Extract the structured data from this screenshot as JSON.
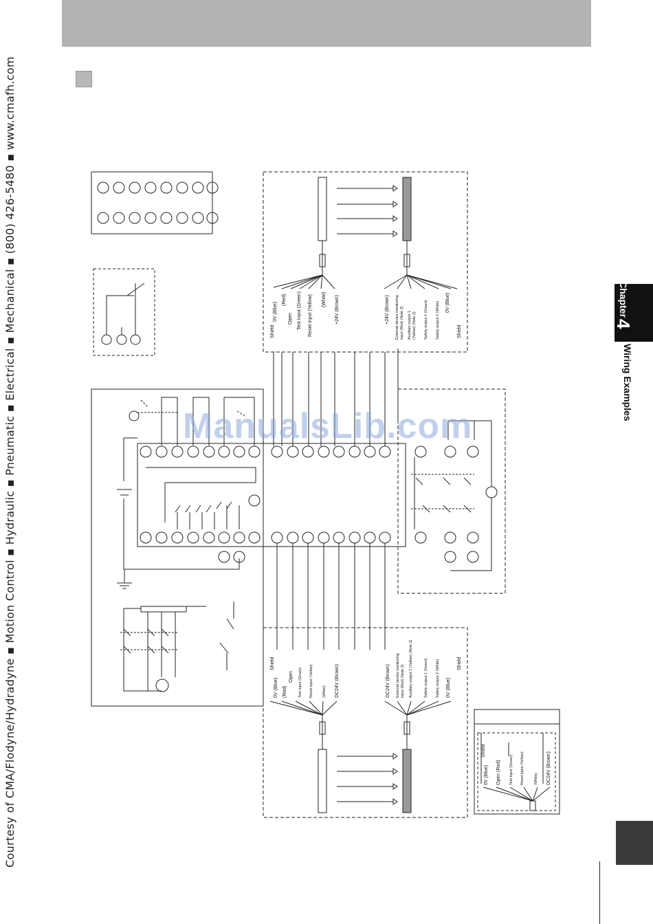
{
  "side_credit": "Courtesy of CMA/Flodyne/Hydradyne ▪ Motion Control ▪ Hydraulic ▪ Pneumatic ▪ Electrical ▪ Mechanical ▪ (800) 426-5480 ▪ www.cmafh.com",
  "chapter": {
    "word": "Chapter",
    "number": "4"
  },
  "section_title": "Wiring Examples",
  "watermark": "ManualsLib.com",
  "emitter_top": [
    "Shield",
    "0V (Blue)",
    "(Red)",
    "Open",
    "Test input (Green)",
    "Reset input (Yellow)",
    "(White)",
    "+24V (Brown)"
  ],
  "receiver_top": [
    "+24V (Brown)",
    "External device monitoring",
    "input (Red) (Note 2)",
    "Auxiliary output 1",
    "(Yellow) (Note 2)",
    "Safety output 1 (Green)",
    "Safety output 2 (White)",
    "0V (Blue)",
    "Shield"
  ],
  "emitter_bottom": [
    "Shield",
    "0V (Blue)",
    "(Red)",
    "Open",
    "Test input (Green)",
    "Reset input (Yellow)",
    "(White)",
    "DC24V (Brown)"
  ],
  "receiver_bottom": [
    "DC24V (Brown)",
    "External device monitoring",
    "input (Red) (Note 2)",
    "Auxiliary output 1 (Yellow) (Note 2)",
    "Safety output 1 (Green)",
    "Safety output 2 (White)",
    "0V (Blue)",
    "Shield"
  ],
  "inset_labels": [
    "0V (Blue)",
    "Shield",
    "Open (Red)",
    "Test input (Green)",
    "Reset input (Yellow)",
    "(White)",
    "DC24V (Brown)"
  ]
}
